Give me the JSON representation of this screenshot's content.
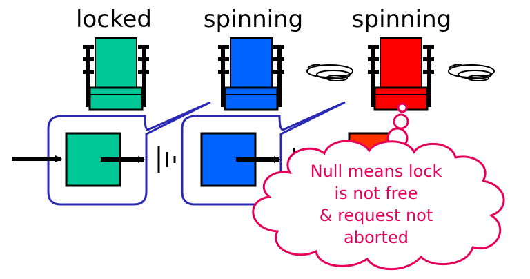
{
  "labels": {
    "thread1": "locked",
    "thread2": "spinning",
    "thread3": "spinning"
  },
  "cloud": {
    "lines": [
      "Null means lock",
      "is not free",
      "& request not",
      "aborted"
    ]
  },
  "colors": {
    "green": "#00c896",
    "blue": "#0064ff",
    "red": "#ff0000",
    "orange_red": "#ff3300",
    "bubble_outline": "#2a2ab4",
    "cloud_outline": "#e6005a",
    "cloud_text": "#e6005a"
  },
  "icons": {
    "thread": "chair-icon",
    "spin": "spin-motion-icon",
    "ground": "null-ground-icon"
  }
}
